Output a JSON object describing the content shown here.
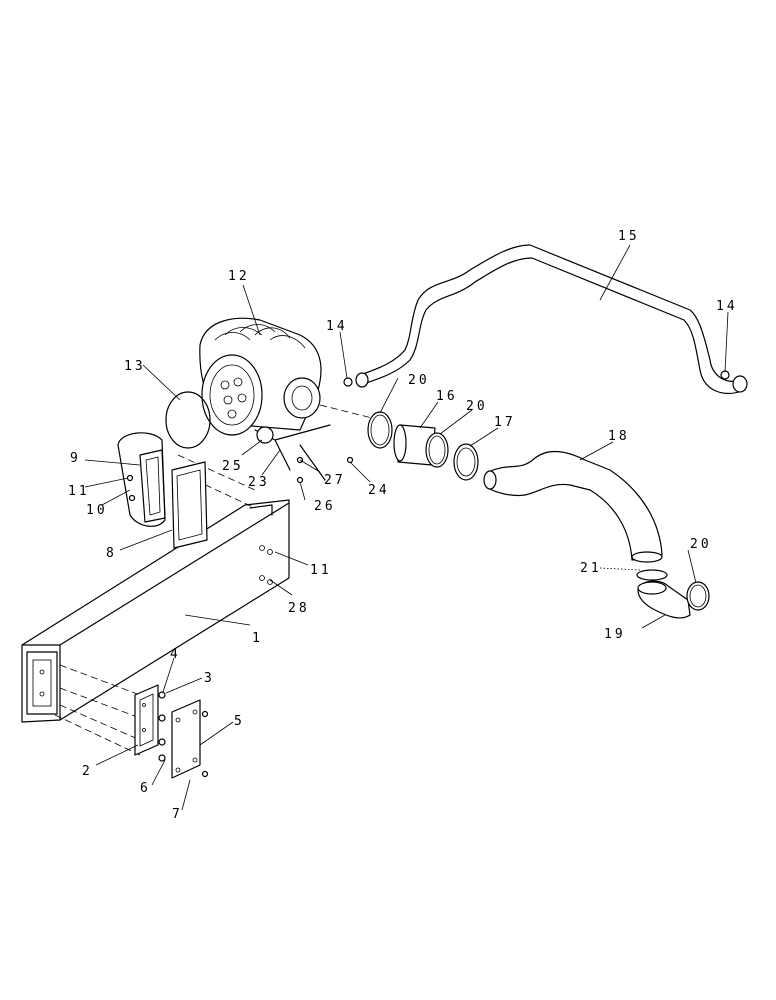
{
  "diagram": {
    "callouts": {
      "c1": "1",
      "c2": "2",
      "c3": "3",
      "c4": "4",
      "c5": "5",
      "c6": "6",
      "c7": "7",
      "c8": "8",
      "c9": "9",
      "c10": "10",
      "c11a": "11",
      "c11b": "11",
      "c12": "12",
      "c13": "13",
      "c14a": "14",
      "c14b": "14",
      "c15": "15",
      "c16": "16",
      "c17": "17",
      "c18": "18",
      "c19": "19",
      "c20a": "20",
      "c20b": "20",
      "c20c": "20",
      "c21": "21",
      "c23": "23",
      "c24": "24",
      "c25": "25",
      "c26": "26",
      "c27": "27",
      "c28": "28"
    }
  }
}
